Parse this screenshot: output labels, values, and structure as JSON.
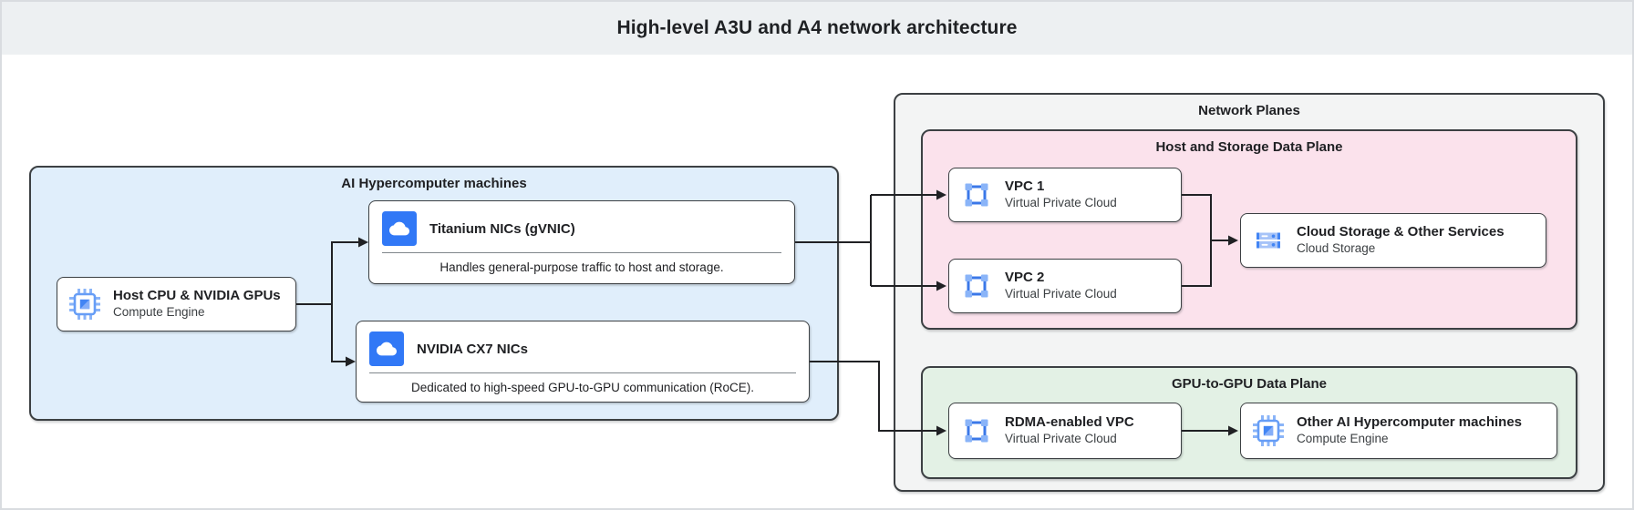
{
  "title_bar": {
    "title": "High-level A3U and A4 network architecture"
  },
  "ai_machines": {
    "label": "AI Hypercomputer machines",
    "host_cpu": {
      "title": "Host CPU & NVIDIA GPUs",
      "subtitle": "Compute Engine",
      "icon": "chip-icon"
    },
    "titanium_nics": {
      "title": "Titanium NICs (gVNIC)",
      "description": "Handles general-purpose traffic to host and storage.",
      "icon": "cloud-icon"
    },
    "nvidia_cx7_nics": {
      "title": "NVIDIA CX7 NICs",
      "description": "Dedicated to high-speed GPU-to-GPU communication (RoCE).",
      "icon": "cloud-icon"
    }
  },
  "network_planes": {
    "label": "Network Planes",
    "host_storage_plane": {
      "label": "Host and Storage Data Plane",
      "vpc1": {
        "title": "VPC 1",
        "subtitle": "Virtual Private Cloud",
        "icon": "vpc-icon"
      },
      "vpc2": {
        "title": "VPC 2",
        "subtitle": "Virtual Private Cloud",
        "icon": "vpc-icon"
      },
      "cloud_storage": {
        "title": "Cloud Storage & Other Services",
        "subtitle": "Cloud Storage",
        "icon": "storage-icon"
      }
    },
    "gpu_plane": {
      "label": "GPU-to-GPU Data Plane",
      "rdma_vpc": {
        "title": "RDMA-enabled VPC",
        "subtitle": "Virtual Private Cloud",
        "icon": "vpc-icon"
      },
      "other_machines": {
        "title": "Other AI Hypercomputer machines",
        "subtitle": "Compute Engine",
        "icon": "chip-icon"
      }
    }
  },
  "colors": {
    "title_bar_bg": "#edf0f2",
    "ai_machines_bg": "#e0eefb",
    "network_planes_bg": "#f3f4f4",
    "host_storage_plane_bg": "#fbe2ec",
    "gpu_plane_bg": "#e3f1e5",
    "node_border": "#3c4043",
    "connector": "#202124",
    "icon_blue": "#4285f4",
    "icon_blue_light": "#8ab4f8"
  }
}
